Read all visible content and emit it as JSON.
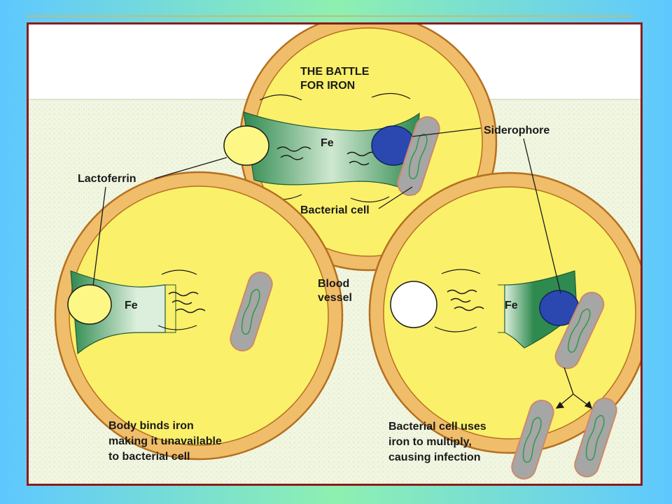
{
  "diagram": {
    "title_lines": [
      "THE BATTLE",
      "FOR IRON"
    ],
    "labels": {
      "siderophore": "Siderophore",
      "lactoferrin": "Lactoferrin",
      "bacterial_cell": "Bacterial cell",
      "blood_vessel_lines": [
        "Blood",
        "vessel"
      ],
      "fe": "Fe"
    },
    "captions": {
      "left": [
        "Body binds iron",
        "making it unavailable",
        "to bacterial cell"
      ],
      "right": [
        "Bacterial cell uses",
        "iron to multiply,",
        "causing infection"
      ]
    }
  },
  "colors": {
    "vessel_wall": "#f0bd6a",
    "vessel_outline": "#b4701e",
    "vessel_interior": "#fbf06a",
    "iron_complex": "#2e8a4e",
    "siderophore": "#2a48b0",
    "lactoferrin": "#fdf785",
    "bacterium": "#a8a8a8",
    "bacterium_outline": "#c88060",
    "bacterium_inner": "#2e9a4a",
    "panel": "#f2f7e2",
    "frame": "#8b1c1c"
  }
}
